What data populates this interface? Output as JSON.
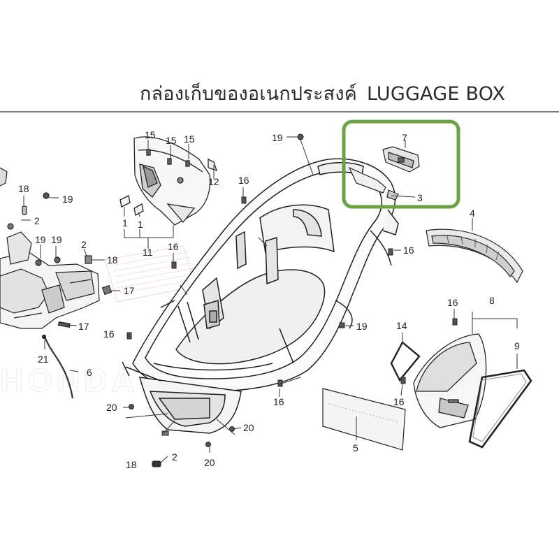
{
  "header": {
    "title_thai": "กล่องเก็บของอเนกประสงค์",
    "title_en": "LUGGAGE BOX"
  },
  "watermark": "HONDA",
  "highlight": {
    "color": "#6aa33f",
    "part_refs": [
      "7",
      "3"
    ]
  },
  "callouts": [
    {
      "id": "c15a",
      "text": "15"
    },
    {
      "id": "c15b",
      "text": "15"
    },
    {
      "id": "c15c",
      "text": "15"
    },
    {
      "id": "c19a",
      "text": "19"
    },
    {
      "id": "c19b",
      "text": "19"
    },
    {
      "id": "c19c",
      "text": "19"
    },
    {
      "id": "c19d",
      "text": "19"
    },
    {
      "id": "c19e",
      "text": "19"
    },
    {
      "id": "c18a",
      "text": "18"
    },
    {
      "id": "c18b",
      "text": "18"
    },
    {
      "id": "c18c",
      "text": "18"
    },
    {
      "id": "c2a",
      "text": "2"
    },
    {
      "id": "c2b",
      "text": "2"
    },
    {
      "id": "c2c",
      "text": "2"
    },
    {
      "id": "c12",
      "text": "12"
    },
    {
      "id": "c16a",
      "text": "16"
    },
    {
      "id": "c16b",
      "text": "16"
    },
    {
      "id": "c16c",
      "text": "16"
    },
    {
      "id": "c16d",
      "text": "16"
    },
    {
      "id": "c16e",
      "text": "16"
    },
    {
      "id": "c16f",
      "text": "16"
    },
    {
      "id": "c16g",
      "text": "16"
    },
    {
      "id": "c1a",
      "text": "1"
    },
    {
      "id": "c1b",
      "text": "1"
    },
    {
      "id": "c11",
      "text": "11"
    },
    {
      "id": "c7",
      "text": "7"
    },
    {
      "id": "c3",
      "text": "3"
    },
    {
      "id": "c4",
      "text": "4"
    },
    {
      "id": "c17a",
      "text": "17"
    },
    {
      "id": "c17b",
      "text": "17"
    },
    {
      "id": "c21",
      "text": "21"
    },
    {
      "id": "c6",
      "text": "6"
    },
    {
      "id": "c8",
      "text": "8"
    },
    {
      "id": "c9",
      "text": "9"
    },
    {
      "id": "c14",
      "text": "14"
    },
    {
      "id": "c5",
      "text": "5"
    },
    {
      "id": "c20a",
      "text": "20"
    },
    {
      "id": "c20b",
      "text": "20"
    },
    {
      "id": "c20c",
      "text": "20"
    }
  ]
}
